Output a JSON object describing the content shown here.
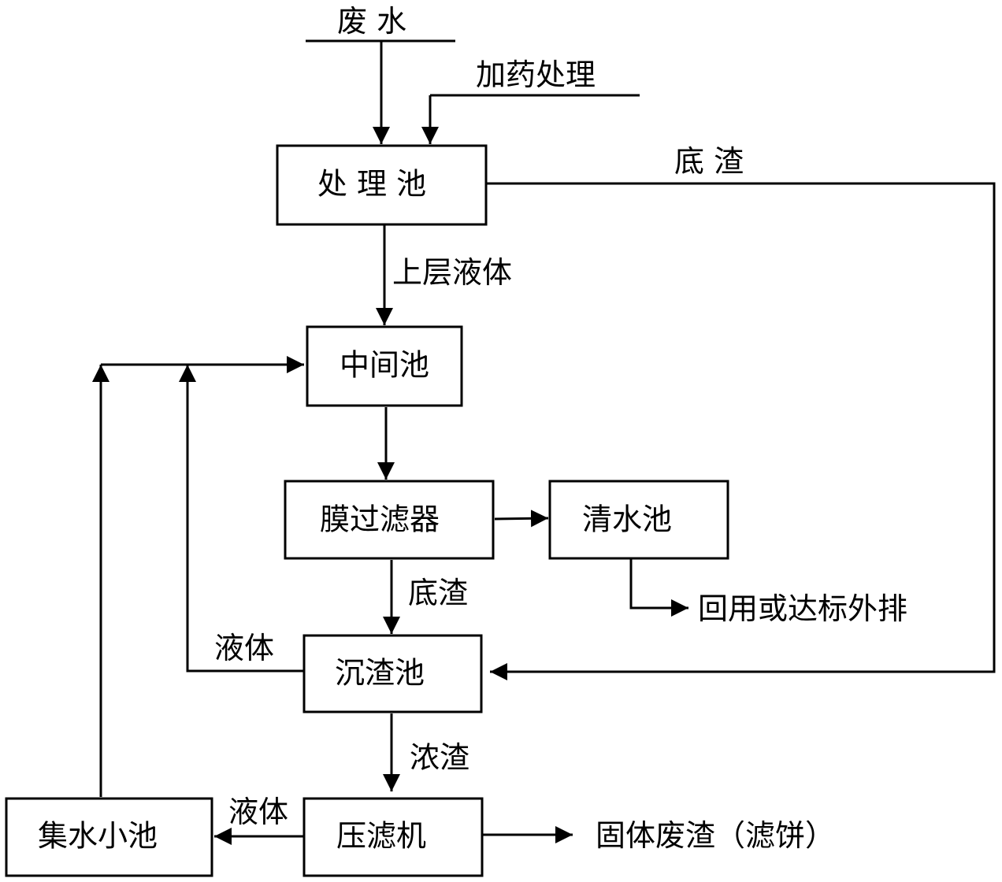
{
  "diagram": {
    "input": "废 水",
    "dosing": "加药处理",
    "nodes": {
      "treatment_pool": "处 理 池",
      "intermediate_pool": "中间池",
      "membrane_filter": "膜过滤器",
      "clear_water_pool": "清水池",
      "sludge_pool": "沉渣池",
      "filter_press": "压滤机",
      "collection_pool": "集水小池"
    },
    "edges": {
      "bottom_residue_1": "底 渣",
      "upper_liquid": "上层液体",
      "bottom_residue_2": "底渣",
      "liquid_1": "液体",
      "thick_residue": "浓渣",
      "liquid_2": "液体"
    },
    "outputs": {
      "reuse": "回用或达标外排",
      "solid_waste": "固体废渣（滤饼）"
    }
  }
}
